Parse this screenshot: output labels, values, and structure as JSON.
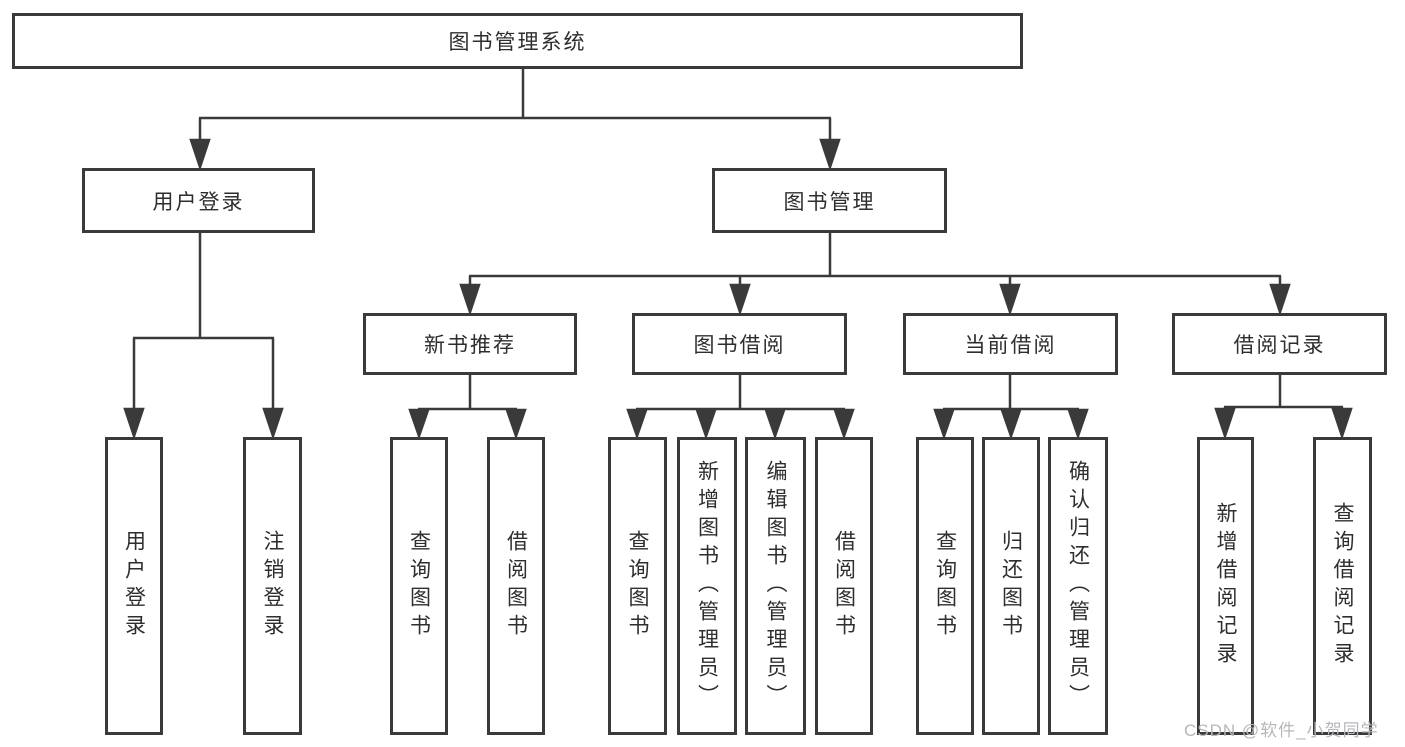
{
  "nodes": {
    "root": "图书管理系统",
    "user_login": "用户登录",
    "book_mgmt": "图书管理",
    "new_books": "新书推荐",
    "book_borrow": "图书借阅",
    "current_borrow": "当前借阅",
    "borrow_records": "借阅记录"
  },
  "leaves": {
    "user_login": [
      "用户登录",
      "注销登录"
    ],
    "new_books": [
      "查询图书",
      "借阅图书"
    ],
    "book_borrow": [
      "查询图书",
      "新增图书（管理员）",
      "编辑图书（管理员）",
      "借阅图书"
    ],
    "current_borrow": [
      "查询图书",
      "归还图书",
      "确认归还（管理员）"
    ],
    "borrow_records": [
      "新增借阅记录",
      "查询借阅记录"
    ]
  },
  "watermark": "CSDN @软件_小贺同学",
  "colors": {
    "line": "#3a3a3a",
    "box_border": "#3a3a3a",
    "text": "#2e2e2e",
    "watermark": "#b5b7bb",
    "background": "#ffffff"
  }
}
